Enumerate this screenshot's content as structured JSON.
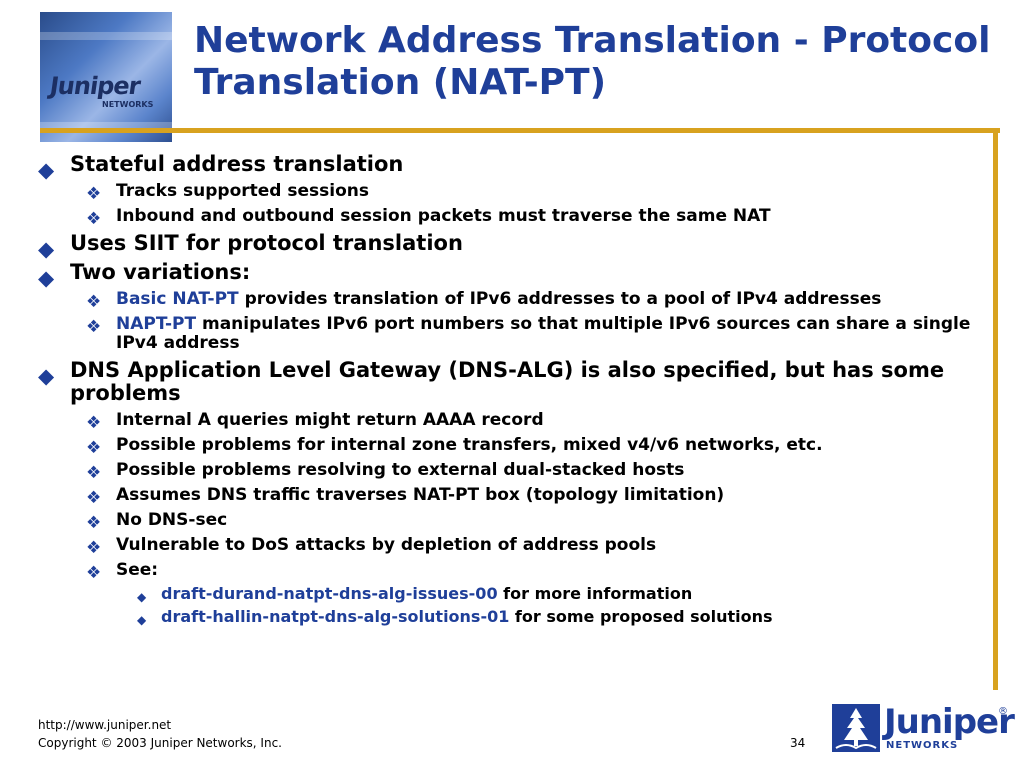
{
  "slide": {
    "title": "Network Address Translation - Protocol Translation (NAT-PT)",
    "page_number": "34"
  },
  "corner_image": {
    "brand": "Juniper",
    "brand_sub": "NETWORKS"
  },
  "bullets": {
    "b1": "Stateful address translation",
    "b1_1": "Tracks supported sessions",
    "b1_2": "Inbound and outbound session packets must traverse the same NAT",
    "b2": "Uses SIIT for protocol translation",
    "b3": "Two variations:",
    "b3_1_hl": "Basic NAT-PT",
    "b3_1_rest": " provides translation of IPv6 addresses to a pool of IPv4 addresses",
    "b3_2_hl": "NAPT-PT",
    "b3_2_rest": " manipulates IPv6 port numbers so that multiple IPv6 sources can share a single IPv4 address",
    "b4": "DNS Application Level Gateway (DNS-ALG) is also specified, but has some problems",
    "b4_1": "Internal A queries might return AAAA record",
    "b4_2": "Possible problems for internal zone transfers, mixed v4/v6 networks, etc.",
    "b4_3": "Possible problems resolving to external dual-stacked hosts",
    "b4_4": "Assumes DNS traffic traverses NAT-PT box (topology limitation)",
    "b4_5": "No DNS-sec",
    "b4_6": "Vulnerable to DoS attacks by depletion of address pools",
    "b4_7": "See:",
    "b4_7_1_hl": "draft-durand-natpt-dns-alg-issues-00",
    "b4_7_1_rest": " for more information",
    "b4_7_2_hl": "draft-hallin-natpt-dns-alg-solutions-01",
    "b4_7_2_rest": " for some proposed solutions"
  },
  "glyphs": {
    "diamond": "◆",
    "four_diamond": "❖"
  },
  "footer": {
    "url": "http://www.juniper.net",
    "copyright": "Copyright © 2003 Juniper Networks, Inc."
  },
  "logo": {
    "word": "Juniper",
    "sub": "NETWORKS",
    "reg": "®"
  },
  "colors": {
    "title_blue": "#1f3f99",
    "accent_gold": "#d8a21f"
  }
}
